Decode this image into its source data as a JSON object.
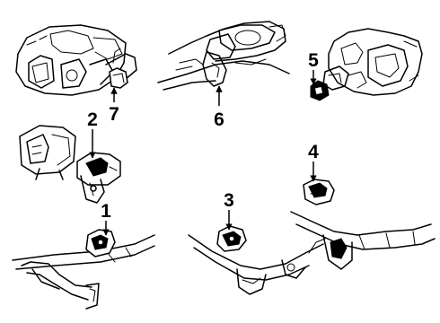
{
  "callouts": [
    {
      "label": "1"
    },
    {
      "label": "2"
    },
    {
      "label": "3"
    },
    {
      "label": "4"
    },
    {
      "label": "5"
    },
    {
      "label": "6"
    },
    {
      "label": "7"
    }
  ],
  "colors": {
    "ink": "#000000",
    "background": "#ffffff"
  }
}
